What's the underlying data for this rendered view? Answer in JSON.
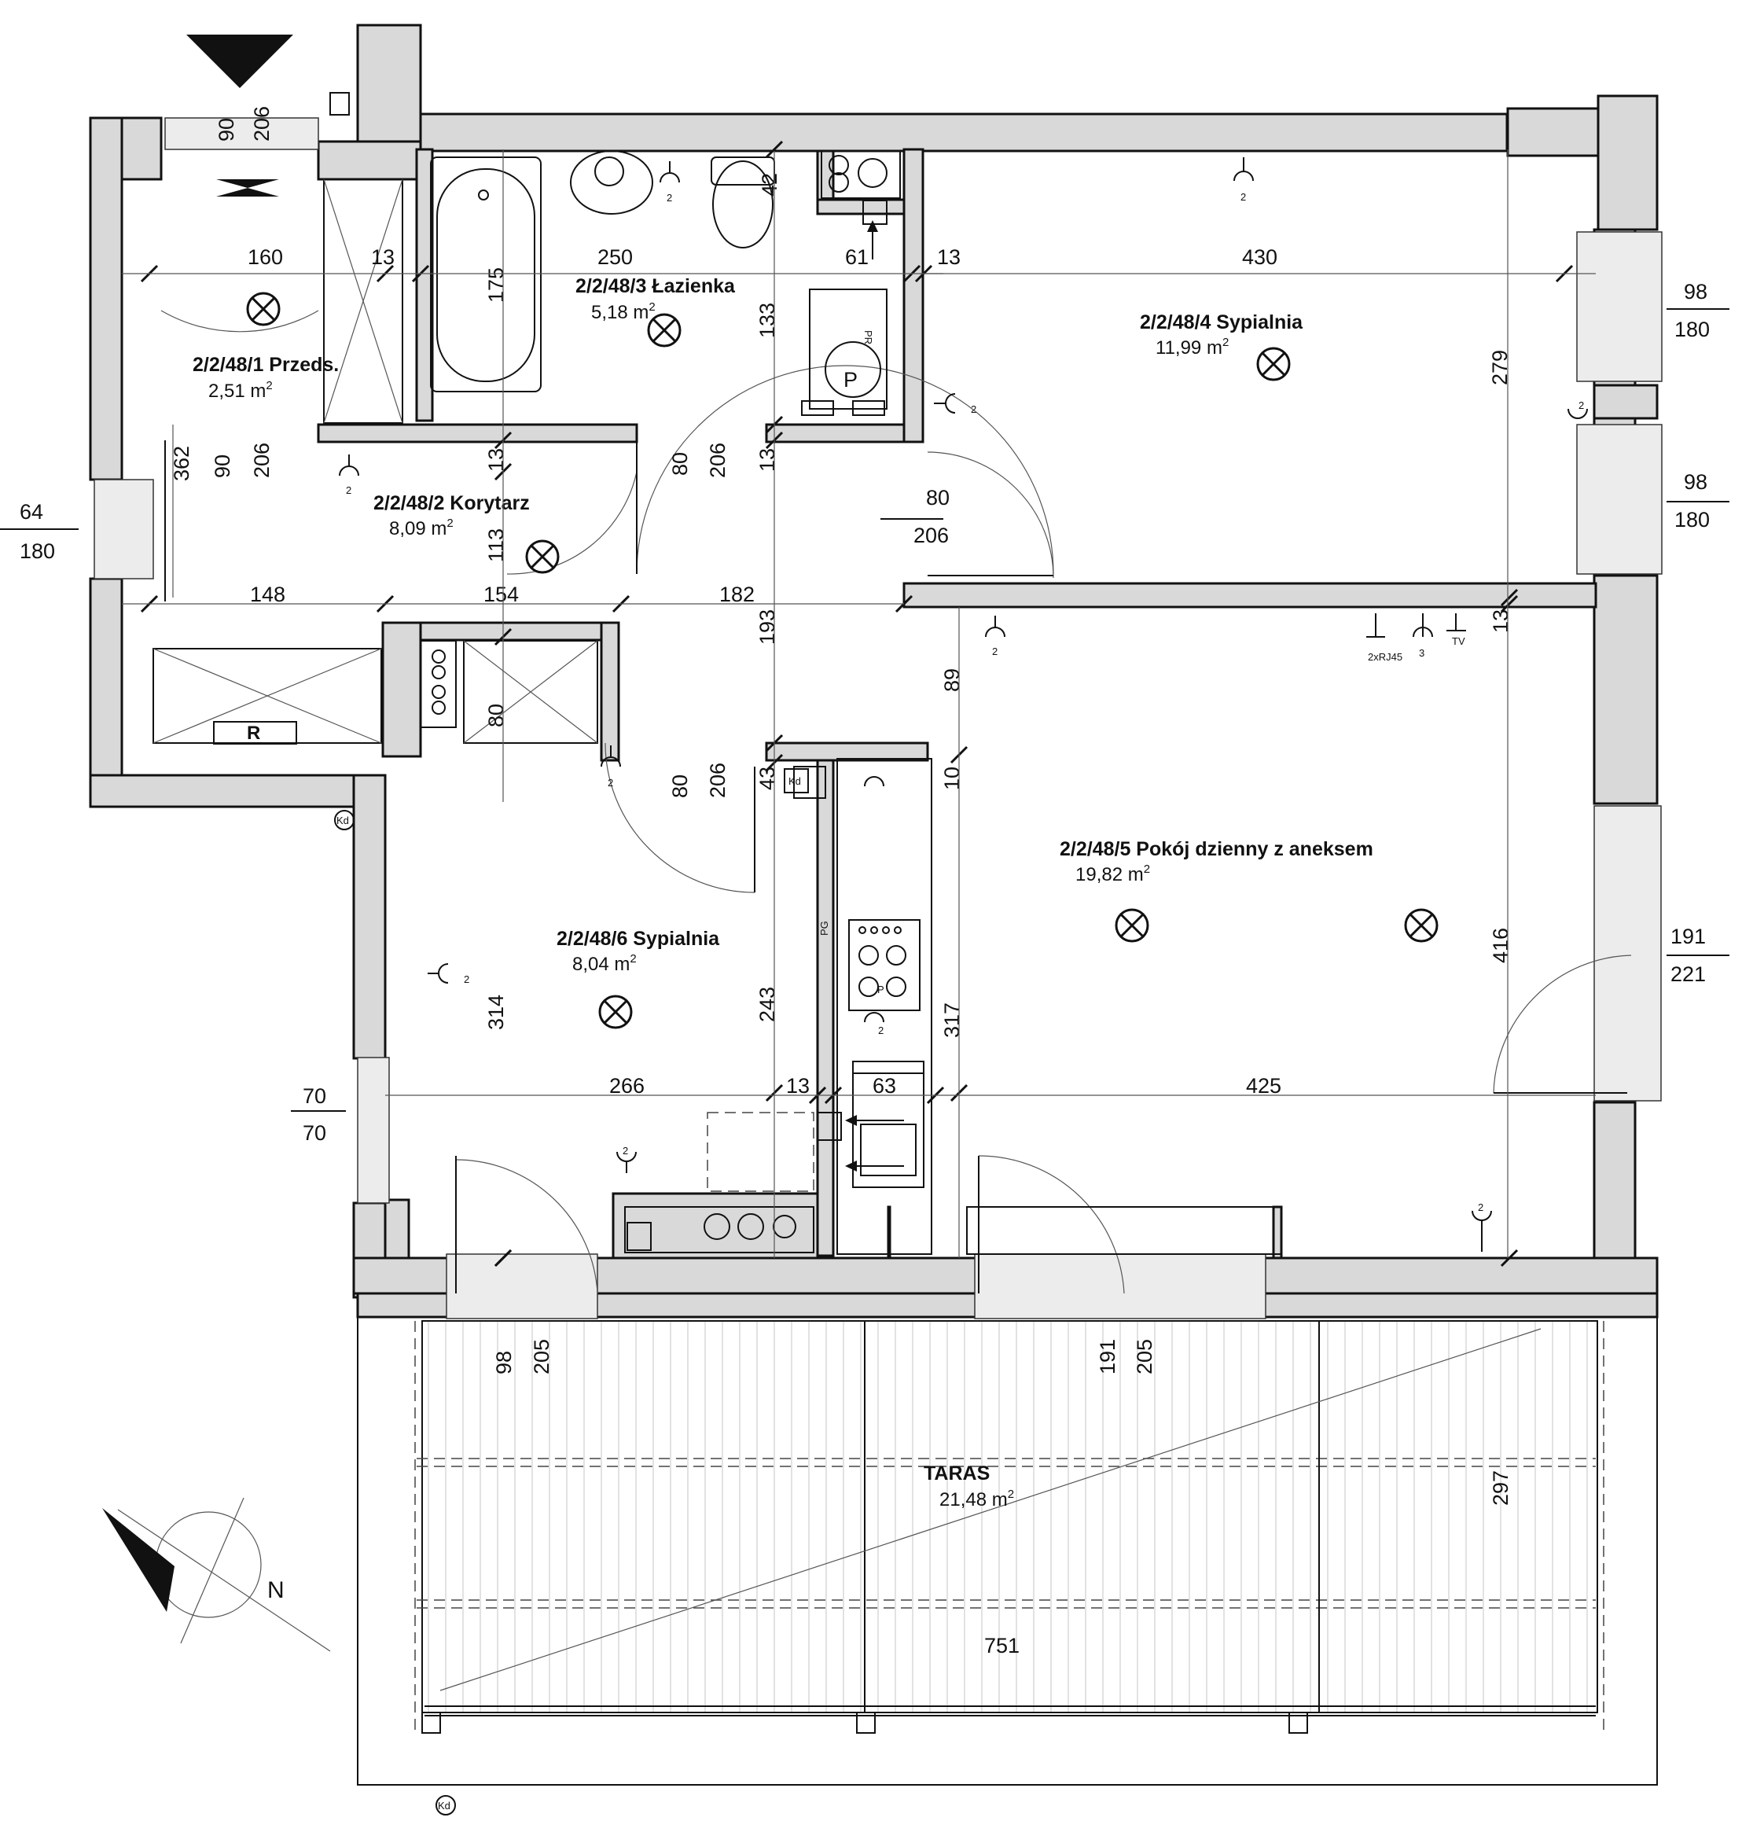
{
  "rooms": [
    {
      "label": "2/2/48/1 Przeds.",
      "area": "2,51 m",
      "sup": "2"
    },
    {
      "label": "2/2/48/2 Korytarz",
      "area": "8,09 m",
      "sup": "2"
    },
    {
      "label": "2/2/48/3 Łazienka",
      "area": "5,18 m",
      "sup": "2"
    },
    {
      "label": "2/2/48/4 Sypialnia",
      "area": "11,99 m",
      "sup": "2"
    },
    {
      "label": "2/2/48/5 Pokój dzienny z aneksem",
      "area": "19,82 m",
      "sup": "2"
    },
    {
      "label": "2/2/48/6 Sypialnia",
      "area": "8,04 m",
      "sup": "2"
    },
    {
      "label": "TARAS",
      "area": "21,48 m",
      "sup": "2"
    }
  ],
  "dimensions_h": [
    "160",
    "13",
    "250",
    "61",
    "13",
    "430",
    "148",
    "154",
    "182",
    "266",
    "13",
    "63",
    "425",
    "751"
  ],
  "dimensions_v": [
    "90",
    "206",
    "175",
    "42",
    "133",
    "279",
    "362",
    "90",
    "206",
    "13",
    "113",
    "80",
    "206",
    "13",
    "193",
    "89",
    "10",
    "13",
    "80",
    "80",
    "206",
    "43",
    "314",
    "243",
    "317",
    "416",
    "98",
    "205",
    "191",
    "205",
    "297"
  ],
  "openings": [
    {
      "top": "98",
      "bottom": "180"
    },
    {
      "top": "98",
      "bottom": "180"
    },
    {
      "top": "64",
      "bottom": "180"
    },
    {
      "top": "80",
      "bottom": "206"
    },
    {
      "top": "191",
      "bottom": "221"
    },
    {
      "top": "70",
      "bottom": "70"
    }
  ],
  "symbols": {
    "kd": "Kd",
    "r": "R",
    "p": "P",
    "pr": "PR",
    "pg": "PG",
    "rj45": "2xRJ45",
    "tv": "TV",
    "socket_two": "2",
    "socket_three": "3",
    "north": "N"
  }
}
